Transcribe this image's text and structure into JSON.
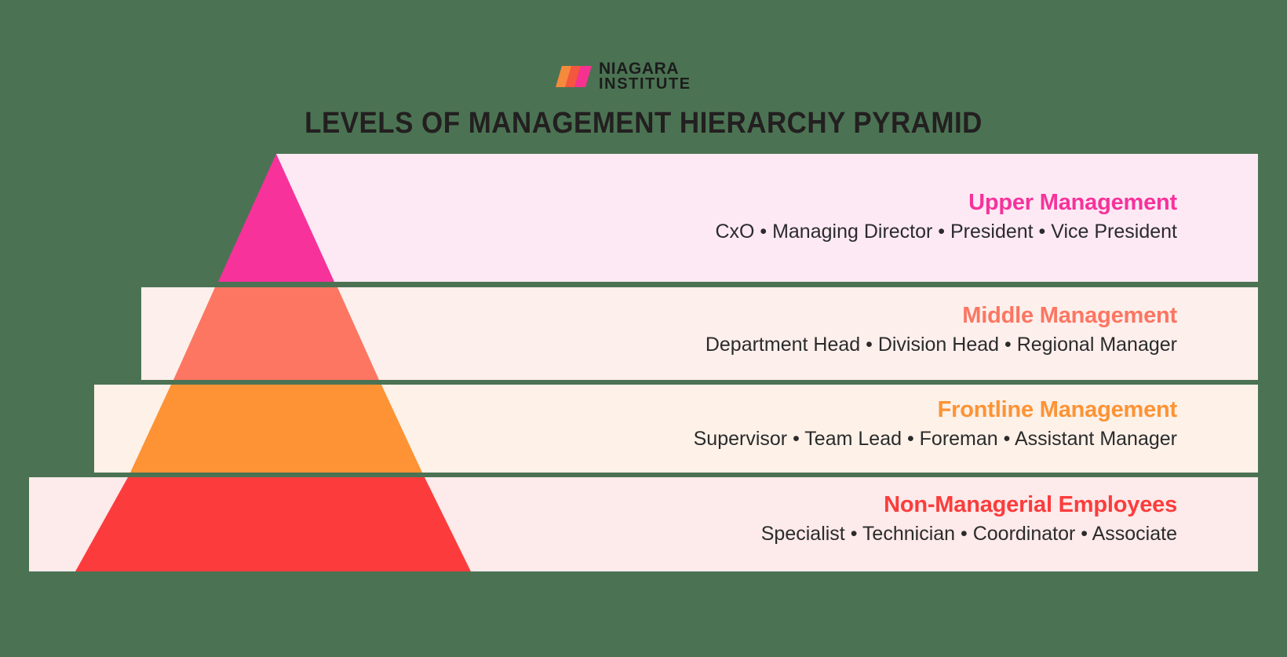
{
  "brand": {
    "logo_mark_name": "niagara-institute-logo-mark",
    "logo_line1": "NIAGARA",
    "logo_line2": "INSTITUTE",
    "mark_colors": [
      "#F58A3C",
      "#F4563F",
      "#F6318F"
    ]
  },
  "title": "LEVELS OF MANAGEMENT HIERARCHY PYRAMID",
  "background_color": "#4b7353",
  "chart_data": {
    "type": "pyramid",
    "title": "LEVELS OF MANAGEMENT HIERARCHY PYRAMID",
    "orientation": "apex-top",
    "levels": [
      {
        "rank": 1,
        "label": "Upper Management",
        "roles": "CxO • Managing Director • President • Vice President",
        "role_list": [
          "CxO",
          "Managing Director",
          "President",
          "Vice President"
        ],
        "accent_color": "#F7329B",
        "band_color": "#FDE9F4"
      },
      {
        "rank": 2,
        "label": "Middle Management",
        "roles": "Department Head • Division Head • Regional Manager",
        "role_list": [
          "Department Head",
          "Division Head",
          "Regional Manager"
        ],
        "accent_color": "#FC7662",
        "band_color": "#FDEFEC"
      },
      {
        "rank": 3,
        "label": "Frontline Management",
        "roles": "Supervisor • Team Lead • Foreman • Assistant Manager",
        "role_list": [
          "Supervisor",
          "Team Lead",
          "Foreman",
          "Assistant Manager"
        ],
        "accent_color": "#FD9334",
        "band_color": "#FDF1E8"
      },
      {
        "rank": 4,
        "label": "Non-Managerial Employees",
        "roles": "Specialist •  Technician •  Coordinator •  Associate",
        "role_list": [
          "Specialist",
          "Technician",
          "Coordinator",
          "Associate"
        ],
        "accent_color": "#FC3C3C",
        "band_color": "#FDEAEA"
      }
    ]
  }
}
